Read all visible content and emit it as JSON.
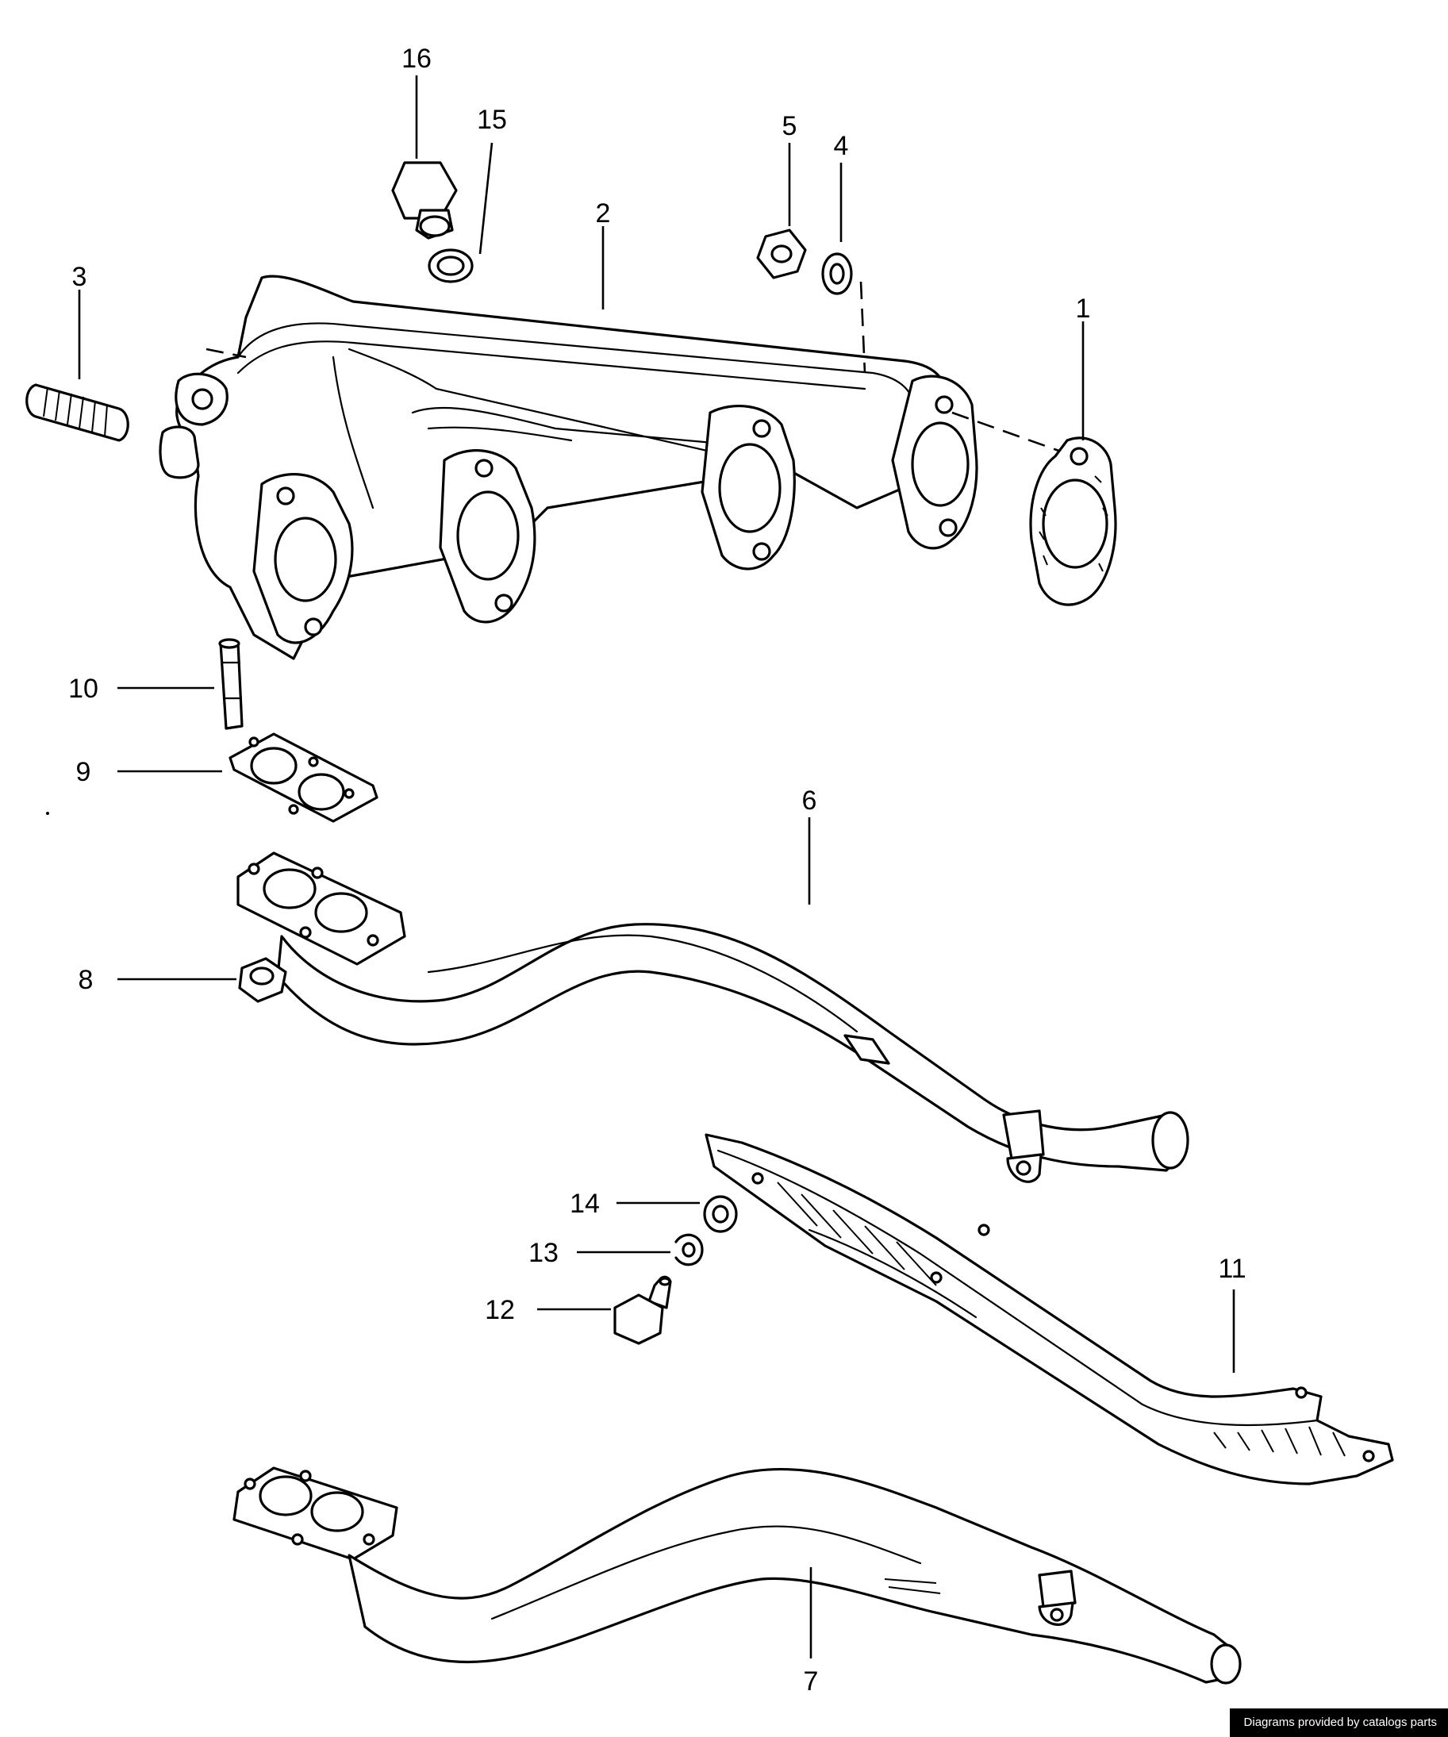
{
  "callouts": [
    {
      "id": "1",
      "label": "1"
    },
    {
      "id": "2",
      "label": "2"
    },
    {
      "id": "3",
      "label": "3"
    },
    {
      "id": "4",
      "label": "4"
    },
    {
      "id": "5",
      "label": "5"
    },
    {
      "id": "6",
      "label": "6"
    },
    {
      "id": "7",
      "label": "7"
    },
    {
      "id": "8",
      "label": "8"
    },
    {
      "id": "9",
      "label": "9"
    },
    {
      "id": "10",
      "label": "10"
    },
    {
      "id": "11",
      "label": "11"
    },
    {
      "id": "12",
      "label": "12"
    },
    {
      "id": "13",
      "label": "13"
    },
    {
      "id": "14",
      "label": "14"
    },
    {
      "id": "15",
      "label": "15"
    },
    {
      "id": "16",
      "label": "16"
    }
  ],
  "credit": "Diagrams provided by catalogs parts"
}
